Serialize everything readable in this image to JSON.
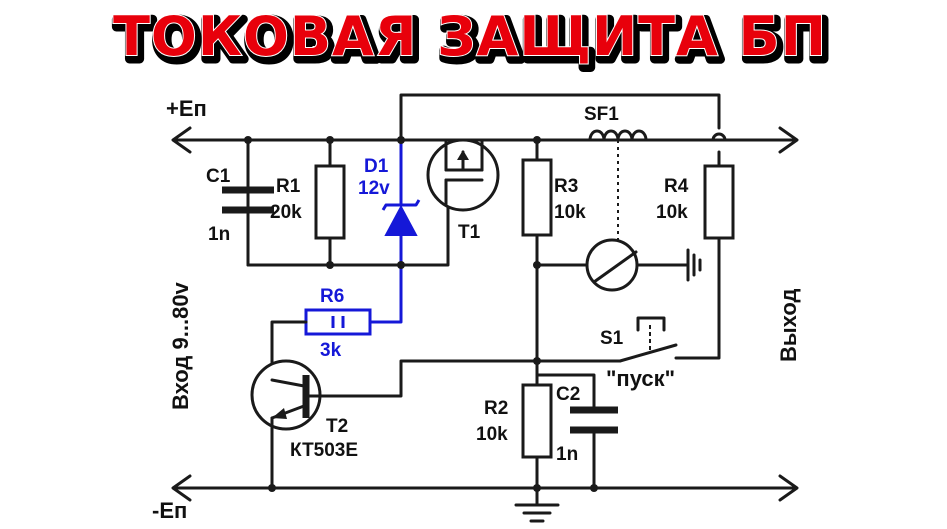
{
  "title": "ТОКОВАЯ ЗАЩИТА БП",
  "rails": {
    "positive": "+Еп",
    "negative": "-Еп"
  },
  "input_label": "Вход   9...80v",
  "output_label": "Выход",
  "components": {
    "c1": {
      "name": "C1",
      "value": "1n"
    },
    "r1": {
      "name": "R1",
      "value": "20k"
    },
    "d1": {
      "name": "D1",
      "value": "12v"
    },
    "t1": {
      "name": "T1"
    },
    "r3": {
      "name": "R3",
      "value": "10k"
    },
    "sf1": {
      "name": "SF1"
    },
    "r4": {
      "name": "R4",
      "value": "10k"
    },
    "r6": {
      "name": "R6",
      "value": "3k"
    },
    "t2": {
      "name": "T2",
      "value": "КТ503Е"
    },
    "s1": {
      "name": "S1",
      "value": "\"пуск\""
    },
    "r2": {
      "name": "R2",
      "value": "10k"
    },
    "c2": {
      "name": "C2",
      "value": "1n"
    }
  },
  "colors": {
    "title": "#e8000b",
    "highlight": "#1518d8",
    "wire": "#1a1a1a"
  }
}
